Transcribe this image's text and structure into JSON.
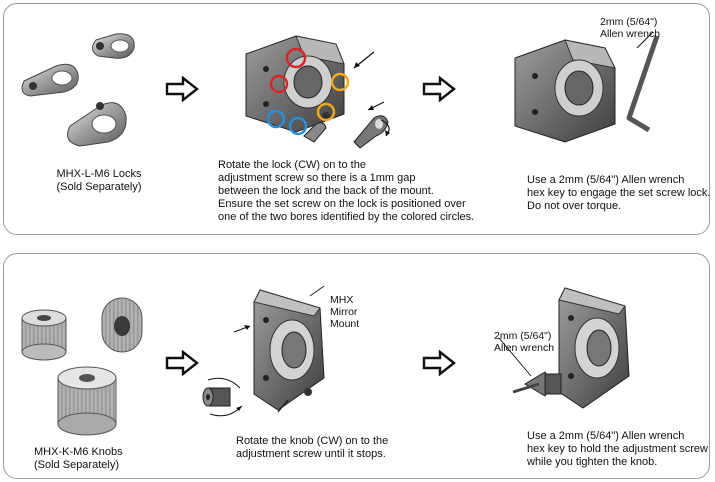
{
  "top_panel": {
    "step1_caption": "MHX-L-M6 Locks\n(Sold Separately)",
    "step2_instructions": "Rotate the lock (CW) on to the\nadjustment screw so there is a 1mm gap\nbetween the lock and the back of the mount.\nEnsure the set screw on the lock is positioned over\none of the two bores identified by the colored circles.",
    "step3_callout": "2mm (5/64\")\nAllen wrench",
    "step3_instructions": "Use a 2mm (5/64\") Allen wrench\nhex key to engage the set screw lock.\nDo not over torque.",
    "circle_colors": {
      "red": "#d7262b",
      "blue": "#2a8fd6",
      "yellow": "#f0a81c"
    }
  },
  "bottom_panel": {
    "step1_caption": "MHX-K-M6 Knobs\n(Sold Separately)",
    "step2_callout": "MHX\nMirror\nMount",
    "step2_instructions": "Rotate the knob (CW) on to the\nadjustment screw until it stops.",
    "step3_callout": "2mm (5/64\")\nAllen wrench",
    "step3_instructions": "Use a 2mm (5/64\") Allen wrench\nhex key to hold the adjustment screw\nwhile you tighten the knob."
  },
  "icons": {
    "step_arrow": "right-arrow-outline-icon",
    "rotation": "clockwise-arrow-icon"
  }
}
